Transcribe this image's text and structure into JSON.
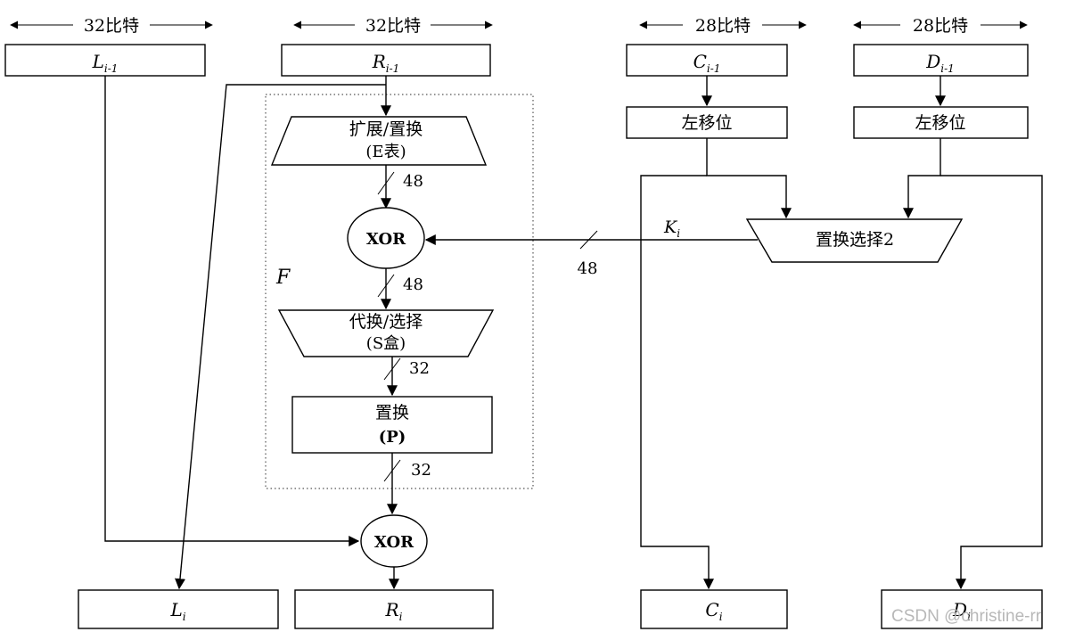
{
  "header": {
    "l_width": "32比特",
    "r_width": "32比特",
    "c_width": "28比特",
    "d_width": "28比特"
  },
  "inputs": {
    "l_prev": {
      "base": "L",
      "sub": "i-1"
    },
    "r_prev": {
      "base": "R",
      "sub": "i-1"
    },
    "c_prev": {
      "base": "C",
      "sub": "i-1"
    },
    "d_prev": {
      "base": "D",
      "sub": "i-1"
    }
  },
  "f_function": {
    "label": "F",
    "expand": {
      "line1": "扩展/置换",
      "line2": "(E表)"
    },
    "bits_after_expand": "48",
    "xor_label": "XOR",
    "bits_after_xor": "48",
    "sbox": {
      "line1": "代换/选择",
      "line2": "(S盒)"
    },
    "bits_after_sbox": "32",
    "perm": {
      "line1": "置换",
      "line2": "(P)"
    },
    "bits_after_perm": "32"
  },
  "key_schedule": {
    "shift_c": "左移位",
    "shift_d": "左移位",
    "pc2": "置换选择2",
    "subkey": {
      "base": "K",
      "sub": "i"
    },
    "subkey_bits": "48"
  },
  "final_xor": "XOR",
  "outputs": {
    "l_next": {
      "base": "L",
      "sub": "i"
    },
    "r_next": {
      "base": "R",
      "sub": "i"
    },
    "c_next": {
      "base": "C",
      "sub": "i"
    },
    "d_next": {
      "base": "D",
      "sub": "i"
    }
  },
  "watermark": "CSDN @christine-rr"
}
